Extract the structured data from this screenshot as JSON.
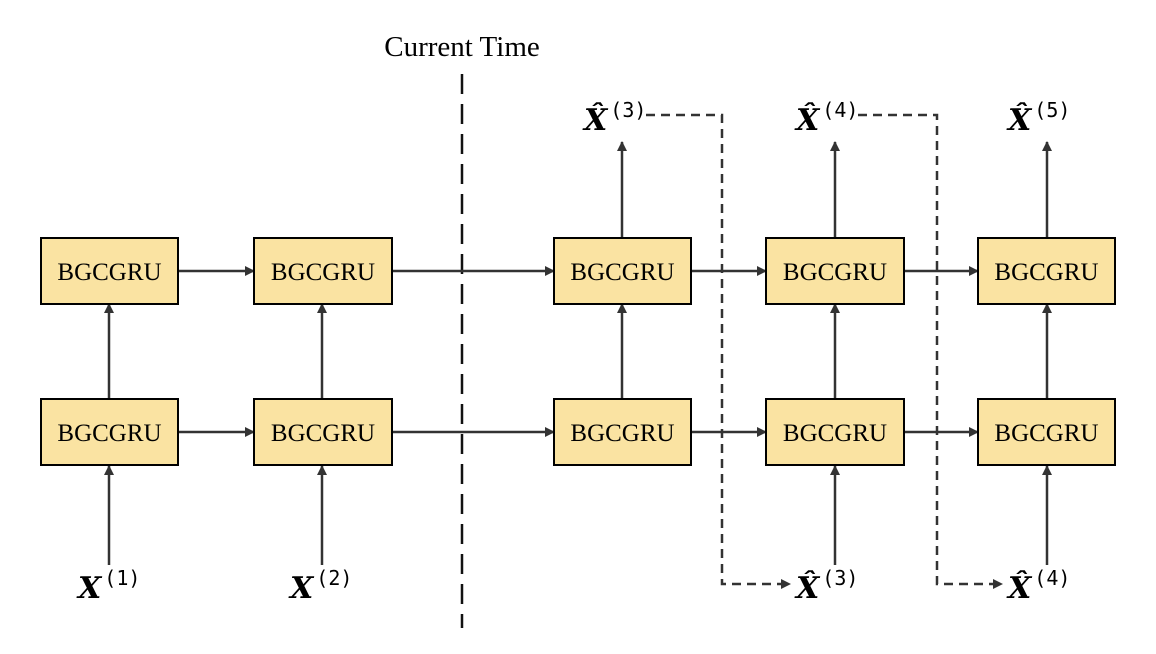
{
  "diagram": {
    "title": "Current Time",
    "cell_label": "BGCGRU",
    "colors": {
      "cell_fill": "#FAE3A2",
      "cell_stroke": "#000000",
      "edge": "#333333"
    },
    "inputs": [
      {
        "id": "x1",
        "main": "X",
        "sup": "(1)"
      },
      {
        "id": "x2",
        "main": "X",
        "sup": "(2)"
      }
    ],
    "outputs": [
      {
        "id": "o3",
        "main": "X̂",
        "sup": "(3)"
      },
      {
        "id": "o4",
        "main": "X̂",
        "sup": "(4)"
      },
      {
        "id": "o5",
        "main": "X̂",
        "sup": "(5)"
      }
    ],
    "feedback_inputs": [
      {
        "id": "f3",
        "main": "X̂",
        "sup": "(3)"
      },
      {
        "id": "f4",
        "main": "X̂",
        "sup": "(4)"
      }
    ]
  }
}
